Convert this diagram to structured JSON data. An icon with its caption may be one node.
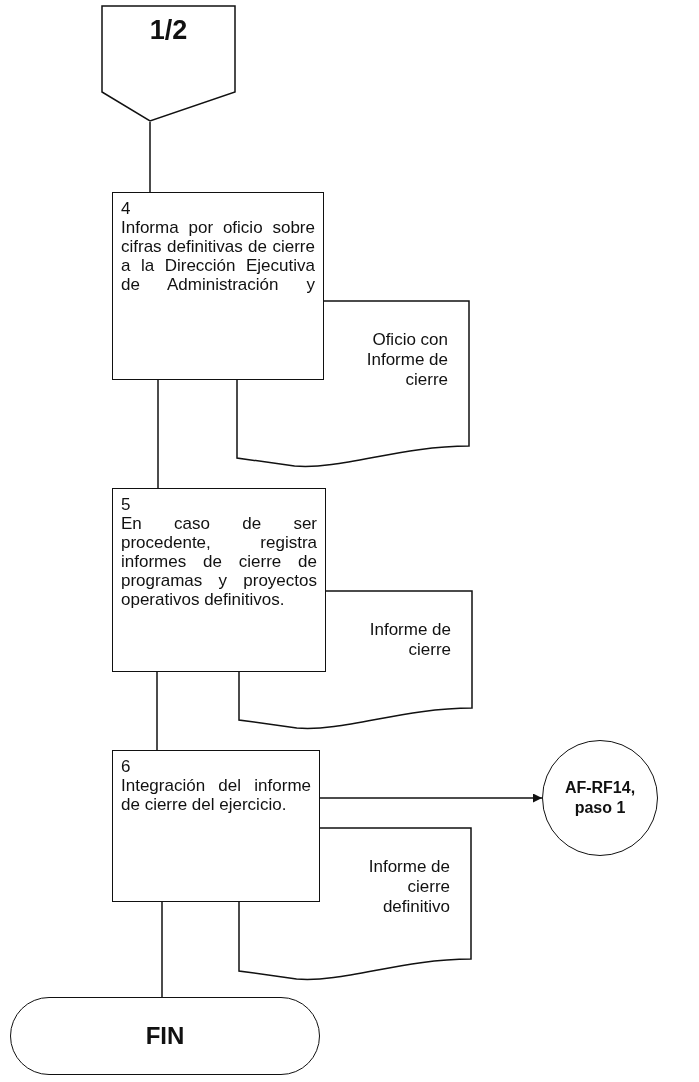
{
  "diagram": {
    "nodes": [
      {
        "text": [
          "1/2"
        ]
      },
      {
        "text": [
          "4",
          "Informa por oficio sobre cifras definitivas de cierre a la Dirección Ejecutiva de Administración y"
        ]
      },
      {
        "text": [
          "Oficio con Informe de cierre"
        ]
      },
      {
        "text": [
          "5",
          "En caso de ser procedente, registra informes de cierre de programas y proyectos operativos definitivos."
        ]
      },
      {
        "text": [
          "Informe de cierre"
        ]
      },
      {
        "text": [
          "6",
          "Integración del informe de cierre del ejercicio."
        ]
      },
      {
        "text": [
          "AF-RF14, paso 1"
        ]
      },
      {
        "text": [
          "Informe de cierre definitivo"
        ]
      },
      {
        "text": [
          "FIN"
        ]
      }
    ],
    "edges": [
      {
        "from": 0,
        "to": 1,
        "arrow": "none"
      },
      {
        "from": 1,
        "to": 3,
        "arrow": "none"
      },
      {
        "from": 3,
        "to": 5,
        "arrow": "none"
      },
      {
        "from": 5,
        "to": 6,
        "arrow": "to"
      },
      {
        "from": 5,
        "to": 8,
        "arrow": "none"
      }
    ]
  }
}
